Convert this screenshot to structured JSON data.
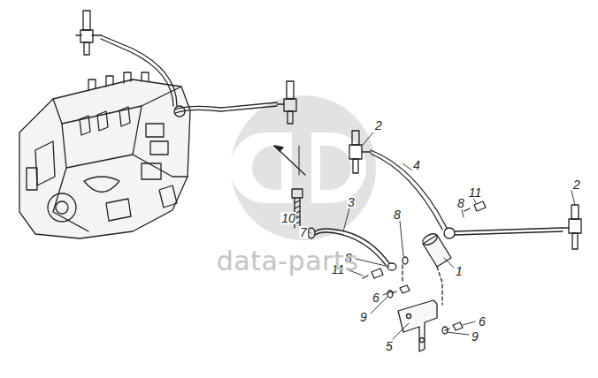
{
  "diagram": {
    "labels": [
      "2",
      "4",
      "11",
      "8",
      "3",
      "8",
      "10",
      "7",
      "2",
      "8",
      "11",
      "1",
      "6",
      "9",
      "5",
      "6",
      "9",
      "data-parts"
    ]
  }
}
